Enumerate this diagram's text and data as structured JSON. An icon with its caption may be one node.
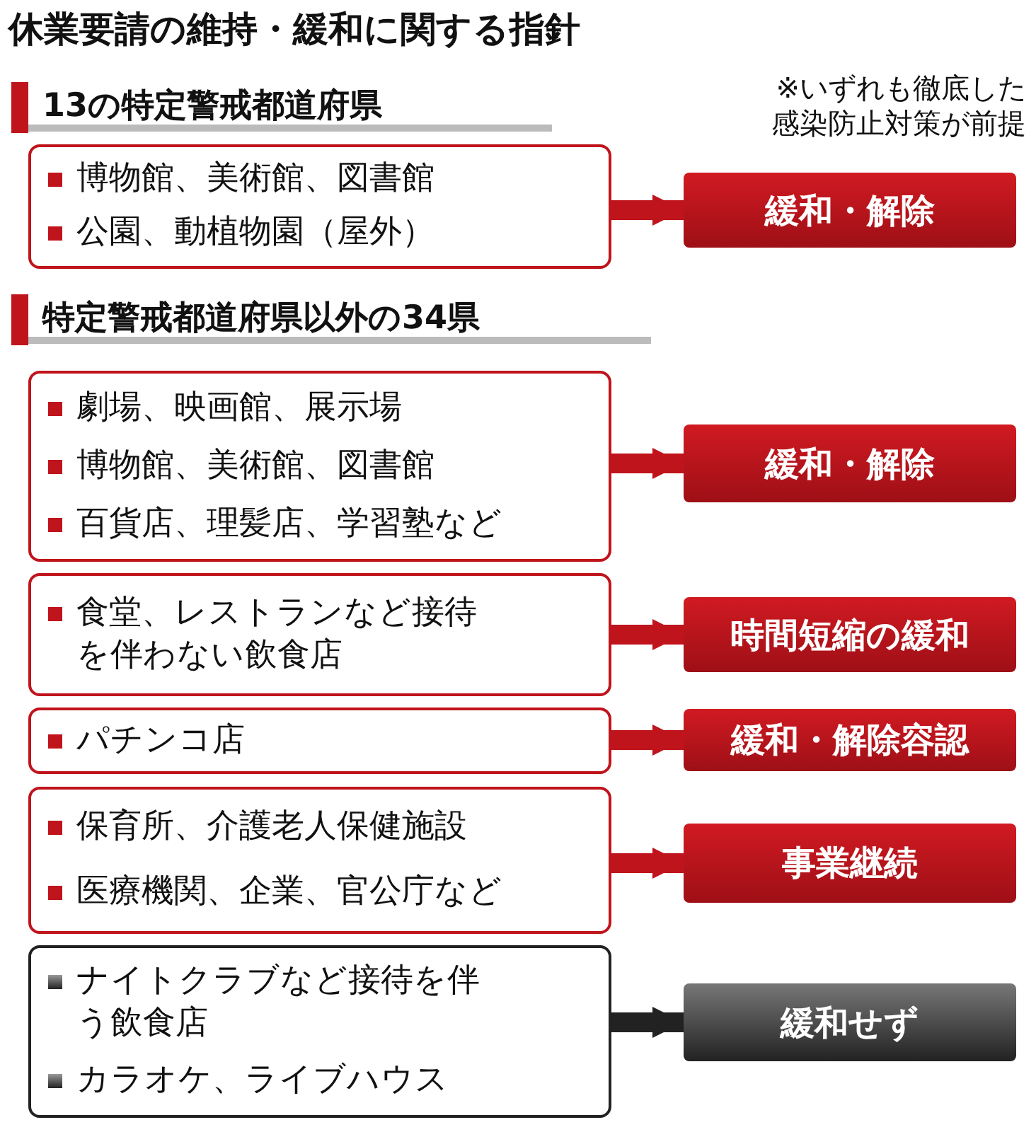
{
  "diagram": {
    "title": "休業要請の維持・緩和に関する指針",
    "nodes": [
      {
        "text": [
          "博物館、美術館、図書館",
          "公園、動植物園（屋外）"
        ]
      },
      {
        "text": [
          "緩和・解除"
        ]
      },
      {
        "text": [
          "劇場、映画館、展示場",
          "博物館、美術館、図書館",
          "百貨店、理髪店、学習塾など"
        ]
      },
      {
        "text": [
          "緩和・解除"
        ]
      },
      {
        "text": [
          "食堂、レストランなど接待を伴わない飲食店"
        ]
      },
      {
        "text": [
          "時間短縮の緩和"
        ]
      },
      {
        "text": [
          "パチンコ店"
        ]
      },
      {
        "text": [
          "緩和・解除容認"
        ]
      },
      {
        "text": [
          "保育所、介護老人保健施設",
          "医療機関、企業、官公庁など"
        ]
      },
      {
        "text": [
          "事業継続"
        ]
      },
      {
        "text": [
          "ナイトクラブなど接待を伴う飲食店",
          "カラオケ、ライブハウス"
        ]
      },
      {
        "text": [
          "緩和せず"
        ]
      }
    ],
    "edges": [
      {
        "from": 0,
        "to": 1,
        "arrow": "to"
      },
      {
        "from": 2,
        "to": 3,
        "arrow": "to"
      },
      {
        "from": 4,
        "to": 5,
        "arrow": "to"
      },
      {
        "from": 6,
        "to": 7,
        "arrow": "to"
      },
      {
        "from": 8,
        "to": 9,
        "arrow": "to"
      },
      {
        "from": 10,
        "to": 11,
        "arrow": "to",
        "color": "#222222"
      }
    ],
    "labels": [
      "13の特定警戒都道府県",
      "※いずれも徹底した感染防止対策が前提",
      "特定警戒都道府県以外の34県"
    ]
  }
}
